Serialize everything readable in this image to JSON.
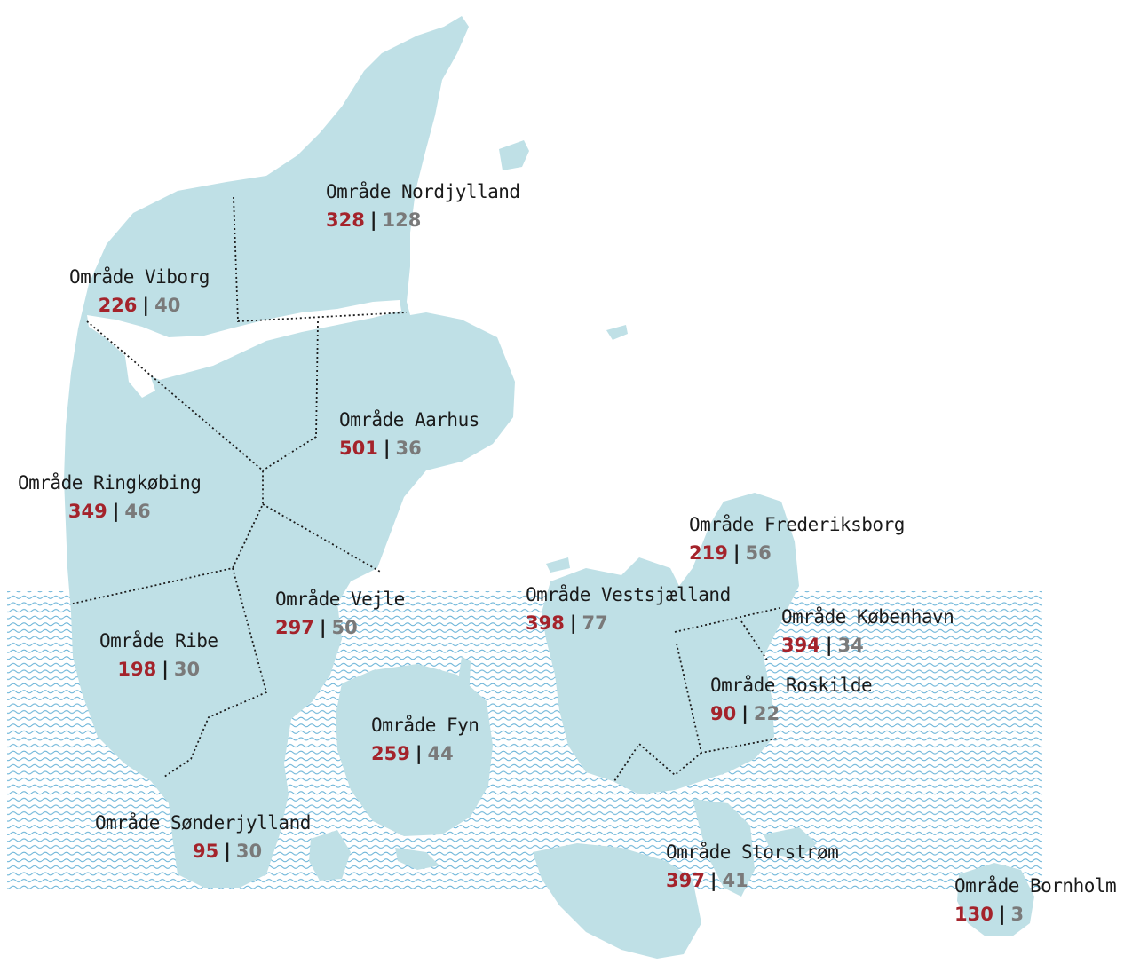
{
  "map": {
    "colors": {
      "land": "#bfe0e6",
      "water_lines": "#4aa3cf",
      "borders": "#1c1c1c",
      "primary_value": "#a4232b",
      "secondary_value": "#7a7a7a"
    },
    "separator": "|",
    "regions": [
      {
        "id": "nordjylland",
        "name": "Område Nordjylland",
        "primary": "328",
        "secondary": "128"
      },
      {
        "id": "viborg",
        "name": "Område Viborg",
        "primary": "226",
        "secondary": "40"
      },
      {
        "id": "aarhus",
        "name": "Område Aarhus",
        "primary": "501",
        "secondary": "36"
      },
      {
        "id": "ringkobing",
        "name": "Område Ringkøbing",
        "primary": "349",
        "secondary": "46"
      },
      {
        "id": "frederiksborg",
        "name": "Område Frederiksborg",
        "primary": "219",
        "secondary": "56"
      },
      {
        "id": "vejle",
        "name": "Område Vejle",
        "primary": "297",
        "secondary": "50"
      },
      {
        "id": "vestsjaelland",
        "name": "Område Vestsjælland",
        "primary": "398",
        "secondary": "77"
      },
      {
        "id": "kobenhavn",
        "name": "Område København",
        "primary": "394",
        "secondary": "34"
      },
      {
        "id": "ribe",
        "name": "Område Ribe",
        "primary": "198",
        "secondary": "30"
      },
      {
        "id": "roskilde",
        "name": "Område Roskilde",
        "primary": "90",
        "secondary": "22"
      },
      {
        "id": "fyn",
        "name": "Område Fyn",
        "primary": "259",
        "secondary": "44"
      },
      {
        "id": "sonderjylland",
        "name": "Område Sønderjylland",
        "primary": "95",
        "secondary": "30"
      },
      {
        "id": "storstrom",
        "name": "Område Storstrøm",
        "primary": "397",
        "secondary": "41"
      },
      {
        "id": "bornholm",
        "name": "Område Bornholm",
        "primary": "130",
        "secondary": "3"
      }
    ]
  }
}
